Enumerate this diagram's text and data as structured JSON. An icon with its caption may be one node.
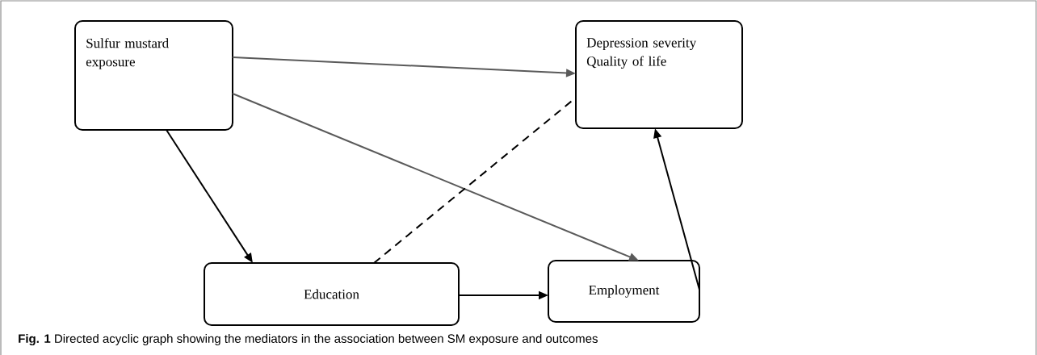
{
  "diagram": {
    "caption": "**Fig. 1** Directed acyclic graph showing the mediators in the association between SM exposure and outcomes",
    "nodes": [
      {
        "text": [
          "Sulfur mustard exposure"
        ]
      },
      {
        "text": [
          "Depression severity",
          "Quality of life"
        ]
      },
      {
        "text": [
          "Education"
        ]
      },
      {
        "text": [
          "Employment"
        ]
      }
    ],
    "edges": [
      {
        "from": 0,
        "to": 1,
        "arrow": "to",
        "color": "#5a5a5a"
      },
      {
        "from": 0,
        "to": 3,
        "arrow": "to",
        "color": "#5a5a5a"
      },
      {
        "from": 0,
        "to": 2,
        "arrow": "to"
      },
      {
        "from": 2,
        "to": 1,
        "arrow": "none",
        "style": "dashed"
      },
      {
        "from": 2,
        "to": 3,
        "arrow": "to"
      },
      {
        "from": 3,
        "to": 1,
        "arrow": "to"
      }
    ]
  }
}
